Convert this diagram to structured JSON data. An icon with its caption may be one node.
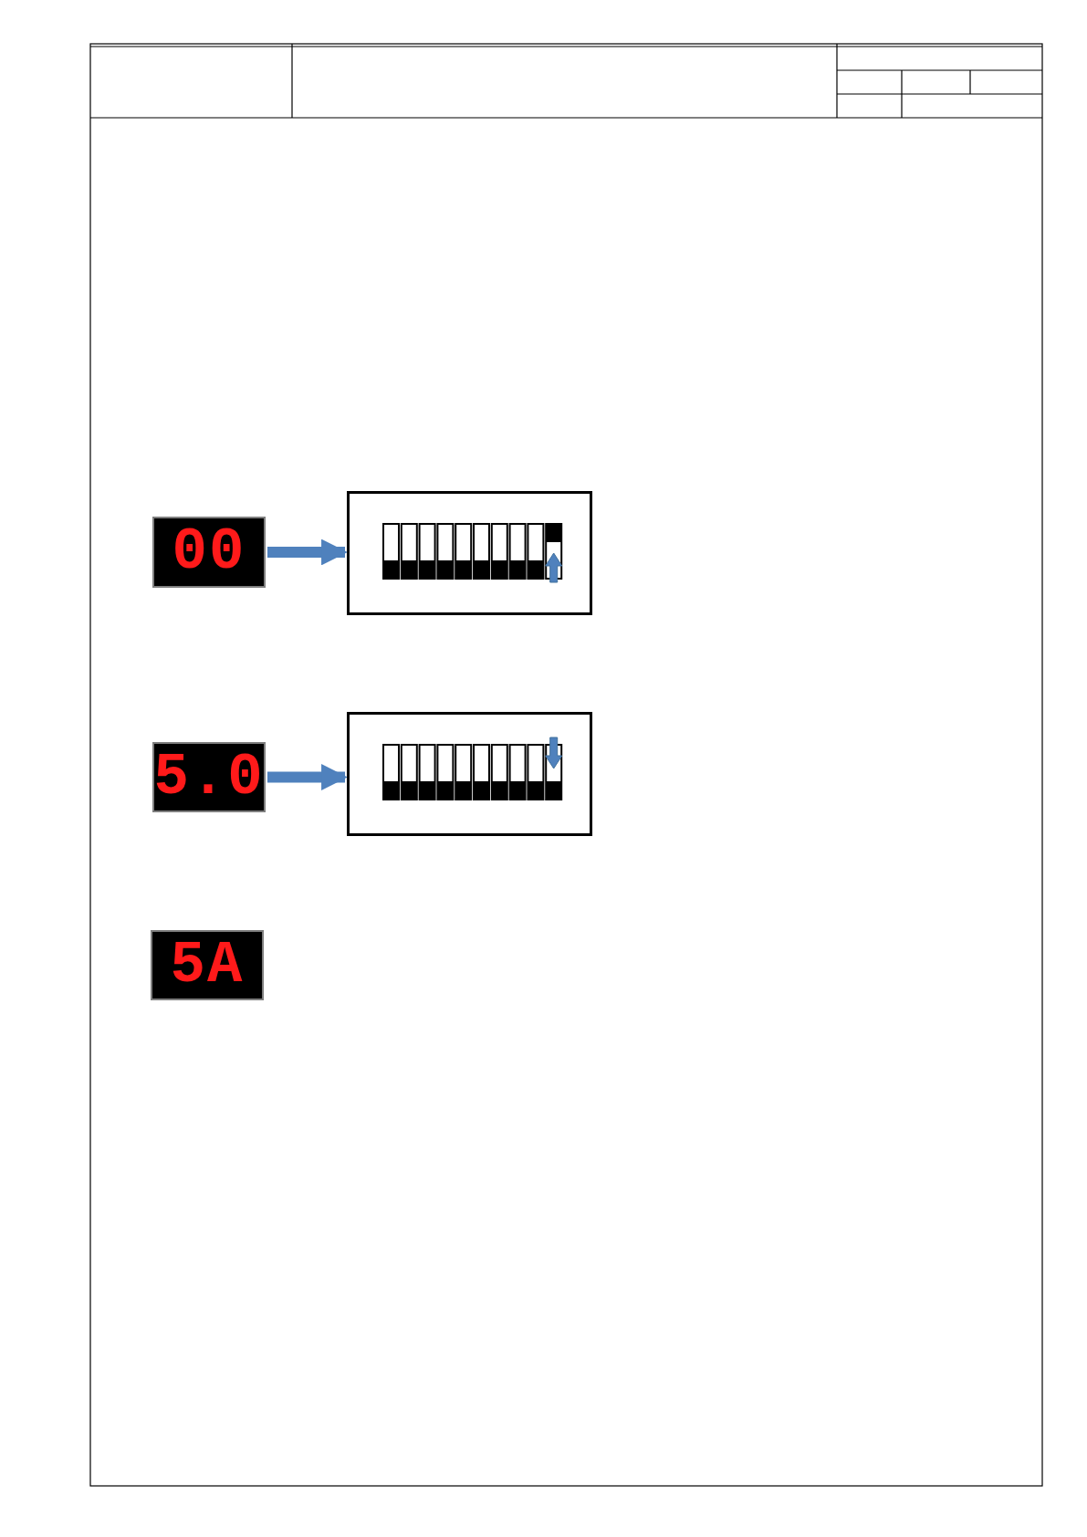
{
  "diagram": {
    "nodes": [
      {
        "text": [
          "00"
        ]
      },
      {
        "text": [],
        "shape": "box"
      },
      {
        "text": [
          "5.0"
        ]
      },
      {
        "text": [],
        "shape": "box"
      },
      {
        "text": [
          "5A"
        ]
      }
    ],
    "edges": [
      {
        "from": 0,
        "to": 1,
        "arrow": "to"
      },
      {
        "from": 2,
        "to": 3,
        "arrow": "to"
      }
    ]
  }
}
